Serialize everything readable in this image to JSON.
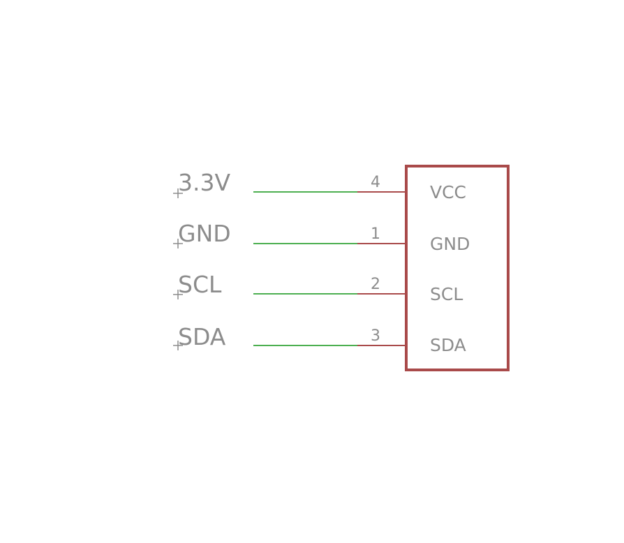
{
  "colors": {
    "wire": "#4caf50",
    "pin": "#a94a4a",
    "text": "#8c8c8c",
    "background": "#ffffff"
  },
  "nets": [
    {
      "label": "3.3V",
      "pin_number": "4",
      "pin_name": "VCC"
    },
    {
      "label": "GND",
      "pin_number": "1",
      "pin_name": "GND"
    },
    {
      "label": "SCL",
      "pin_number": "2",
      "pin_name": "SCL"
    },
    {
      "label": "SDA",
      "pin_number": "3",
      "pin_name": "SDA"
    }
  ]
}
